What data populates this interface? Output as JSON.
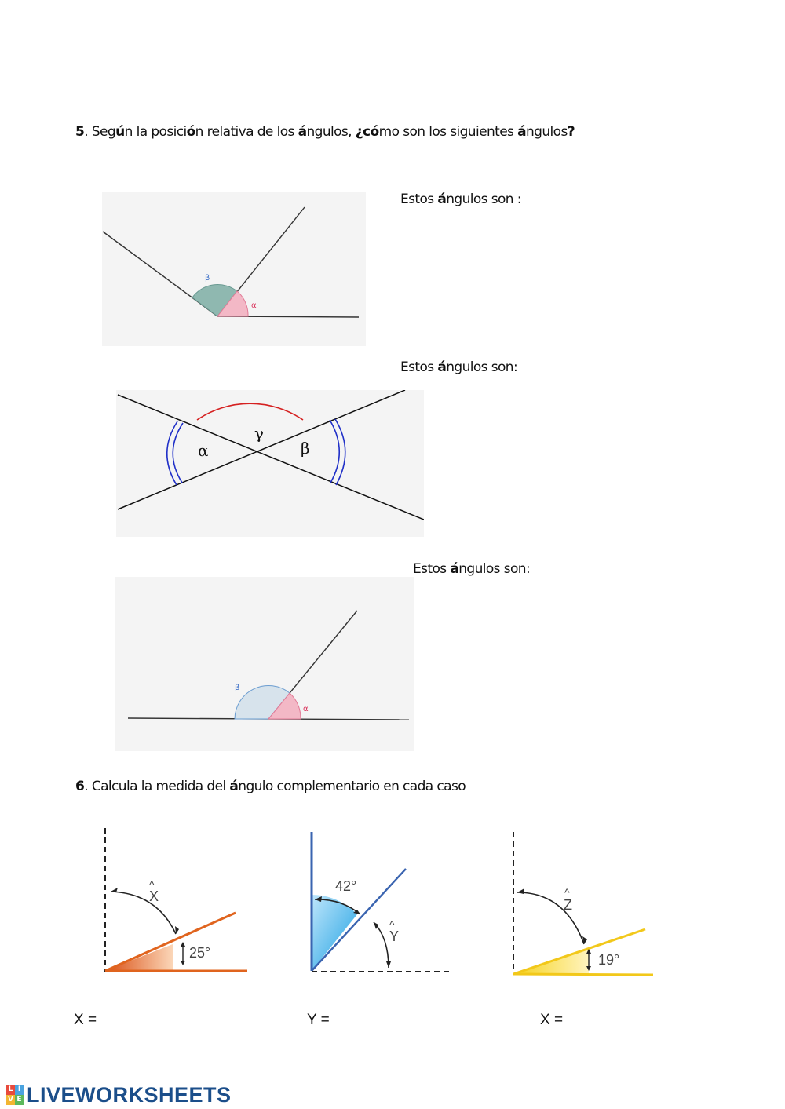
{
  "q5": {
    "number": "5",
    "text_a": ". Seg",
    "bold_a": "ú",
    "text_b": "n la posici",
    "bold_b": "ó",
    "text_c": "n relativa de los ",
    "bold_c": "á",
    "text_d": "ngulos, ",
    "bold_d": "¿c",
    "text_e": "",
    "bold_e": "ó",
    "text_f": "mo son los siguientes ",
    "bold_f": "á",
    "text_g": "ngulos",
    "bold_g": "?"
  },
  "labels": [
    {
      "pre": "Estos ",
      "bold": "á",
      "post": "ngulos son :"
    },
    {
      "pre": "Estos ",
      "bold": "á",
      "post": "ngulos son:"
    },
    {
      "pre": "Estos ",
      "bold": "á",
      "post": "ngulos son:"
    }
  ],
  "fig1": {
    "beta": "β",
    "alpha": "α"
  },
  "fig2": {
    "alpha": "α",
    "gamma": "γ",
    "beta": "β"
  },
  "fig3": {
    "beta": "β",
    "alpha": "α"
  },
  "q6": {
    "number": "6",
    "text_a": ". Calcula la medida del ",
    "bold_a": "á",
    "text_b": "ngulo complementario en cada caso"
  },
  "comp_figs": [
    {
      "angle_label": "X",
      "hat": "^",
      "given": "25°",
      "fill_color": "#e0641e"
    },
    {
      "angle_label": "Y",
      "hat": "^",
      "given": "42°",
      "fill_color": "#35aee8"
    },
    {
      "angle_label": "Z",
      "hat": "^",
      "given": "19°",
      "fill_color": "#f5d21a"
    }
  ],
  "answers": [
    "X =",
    "Y =",
    "X ="
  ],
  "footer": {
    "badge": [
      "L",
      "I",
      "V",
      "E"
    ],
    "brand": "LIVEWORKSHEETS",
    "badge_colors": [
      "#e84a3c",
      "#4aa3df",
      "#f2b632",
      "#5cb85c"
    ]
  }
}
